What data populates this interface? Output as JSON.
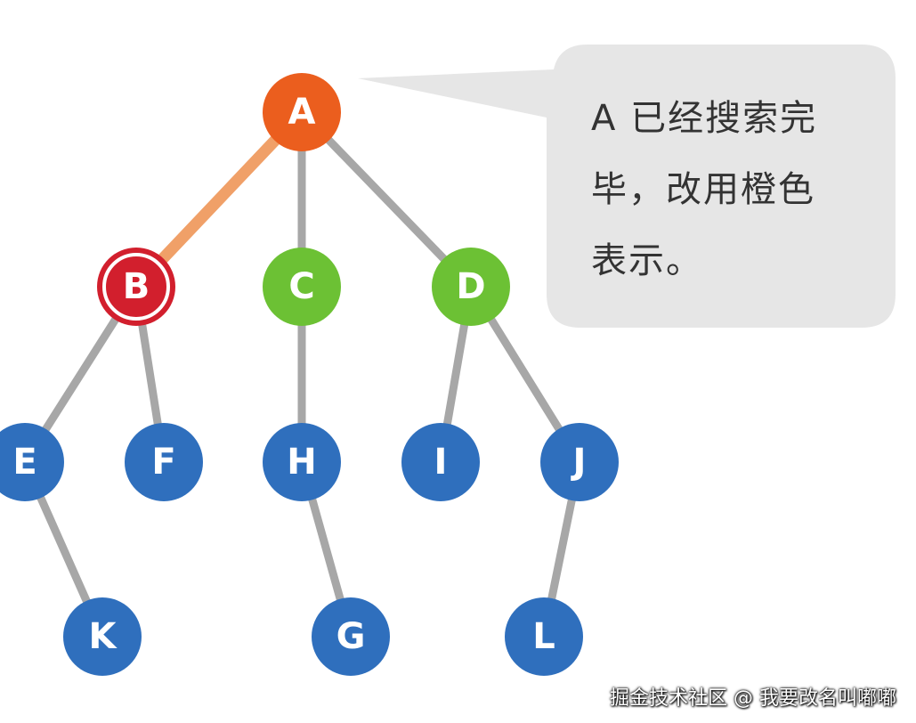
{
  "colors": {
    "searching": "#eb5e1e",
    "current": "#d21f2d",
    "queued": "#6cc134",
    "unvisited": "#2f6fbd",
    "edge": "#a7a7a7",
    "visited_edge": "#f0a068",
    "bubble": "#e6e6e6"
  },
  "nodes": [
    {
      "id": "A",
      "state": "searching"
    },
    {
      "id": "B",
      "state": "current"
    },
    {
      "id": "C",
      "state": "queued"
    },
    {
      "id": "D",
      "state": "queued"
    },
    {
      "id": "E",
      "state": "unvisited"
    },
    {
      "id": "F",
      "state": "unvisited"
    },
    {
      "id": "H",
      "state": "unvisited"
    },
    {
      "id": "I",
      "state": "unvisited"
    },
    {
      "id": "J",
      "state": "unvisited"
    },
    {
      "id": "K",
      "state": "unvisited"
    },
    {
      "id": "G",
      "state": "unvisited"
    },
    {
      "id": "L",
      "state": "unvisited"
    }
  ],
  "edges": [
    {
      "from": "A",
      "to": "B",
      "visited": true
    },
    {
      "from": "A",
      "to": "C",
      "visited": false
    },
    {
      "from": "A",
      "to": "D",
      "visited": false
    },
    {
      "from": "B",
      "to": "E",
      "visited": false
    },
    {
      "from": "B",
      "to": "F",
      "visited": false
    },
    {
      "from": "C",
      "to": "H",
      "visited": false
    },
    {
      "from": "D",
      "to": "I",
      "visited": false
    },
    {
      "from": "D",
      "to": "J",
      "visited": false
    },
    {
      "from": "E",
      "to": "K",
      "visited": false
    },
    {
      "from": "H",
      "to": "G",
      "visited": false
    },
    {
      "from": "J",
      "to": "L",
      "visited": false
    }
  ],
  "callout": {
    "lines": [
      "A 已经搜索完",
      "毕，改用橙色",
      "表示。"
    ]
  },
  "watermark": "掘金技术社区 @ 我要改名叫嘟嘟"
}
